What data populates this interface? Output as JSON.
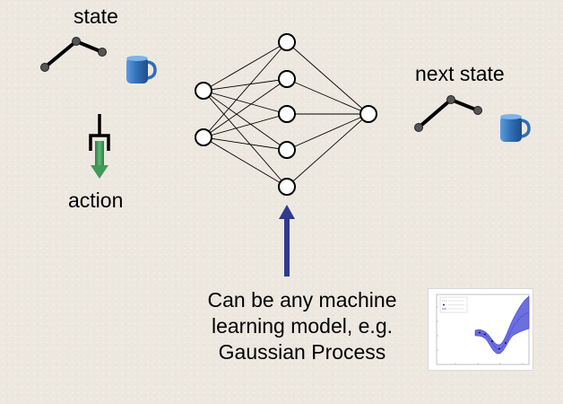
{
  "labels": {
    "state": "state",
    "action": "action",
    "next_state": "next state"
  },
  "caption": {
    "line1": "Can be any machine",
    "line2": "learning model, e.g.",
    "line3": "Gaussian Process"
  },
  "network": {
    "input_nodes": 2,
    "hidden_nodes": 5,
    "output_nodes": 1
  },
  "colors": {
    "action_arrow": "#3f9a5a",
    "pointer_arrow": "#2f3a8f",
    "mug": "#2f6fb5",
    "gp_band": "#6b6fe0"
  },
  "icons": {
    "state_pose": "robot-arm-icon",
    "state_object": "mug-icon",
    "action": "gripper-arrow-icon",
    "next_state_pose": "robot-arm-icon",
    "next_state_object": "mug-icon"
  }
}
